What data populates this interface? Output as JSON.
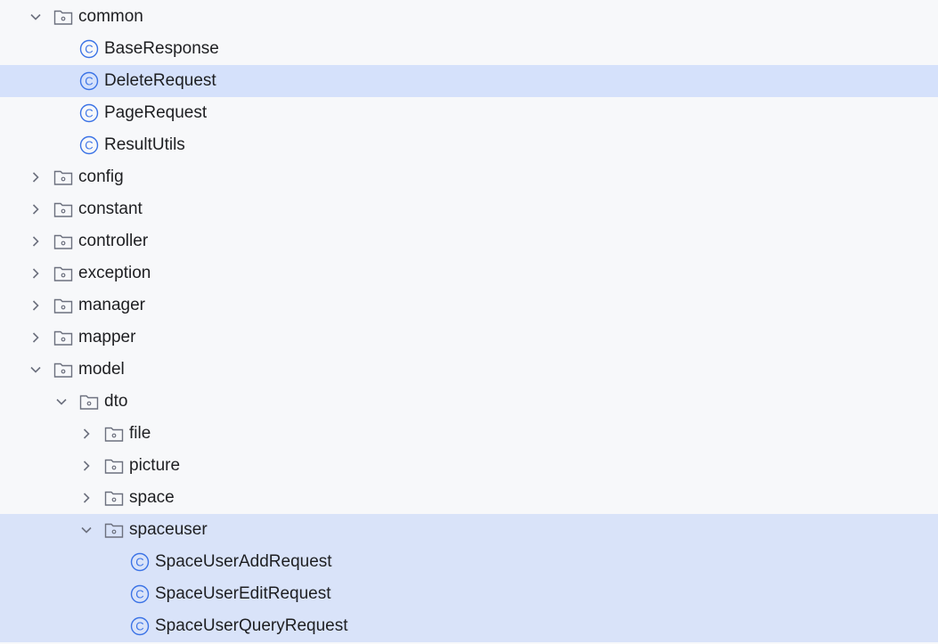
{
  "tree": {
    "common": {
      "label": "common",
      "children": [
        "BaseResponse",
        "DeleteRequest",
        "PageRequest",
        "ResultUtils"
      ]
    },
    "config": "config",
    "constant": "constant",
    "controller": "controller",
    "exception": "exception",
    "manager": "manager",
    "mapper": "mapper",
    "model": "model",
    "dto": "dto",
    "file": "file",
    "picture": "picture",
    "space": "space",
    "spaceuser": {
      "label": "spaceuser",
      "children": [
        "SpaceUserAddRequest",
        "SpaceUserEditRequest",
        "SpaceUserQueryRequest"
      ]
    }
  },
  "selected_item": "DeleteRequest",
  "icons": {
    "folder": "folder-icon",
    "class": "class-icon",
    "expanded": "chevron-down-icon",
    "collapsed": "chevron-right-icon"
  },
  "colors": {
    "selection": "#d5e1fb",
    "class_icon": "#3b73e6",
    "background": "#f7f8fa"
  }
}
